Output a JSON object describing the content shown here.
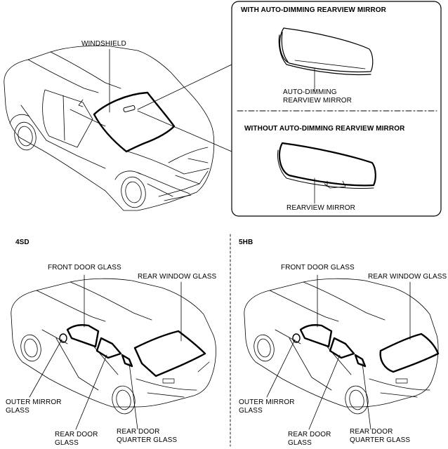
{
  "colors": {
    "line": "#000000",
    "background": "#ffffff"
  },
  "inset": {
    "with_title": "WITH AUTO-DIMMING REARVIEW MIRROR",
    "without_title": "WITHOUT AUTO-DIMMING REARVIEW MIRROR",
    "auto_dimming_label": [
      "AUTO-DIMMING",
      "REARVIEW MIRROR"
    ],
    "rearview_label": "REARVIEW MIRROR"
  },
  "top_car": {
    "windshield_label": "WINDSHIELD"
  },
  "sedan": {
    "variant": "4SD",
    "front_door_glass": "FRONT DOOR GLASS",
    "rear_window_glass": "REAR WINDOW GLASS",
    "outer_mirror_glass": [
      "OUTER MIRROR",
      "GLASS"
    ],
    "rear_door_glass": [
      "REAR DOOR",
      "GLASS"
    ],
    "rear_door_quarter_glass": [
      "REAR DOOR",
      "QUARTER GLASS"
    ]
  },
  "hatchback": {
    "variant": "5HB",
    "front_door_glass": "FRONT DOOR GLASS",
    "rear_window_glass": "REAR WINDOW GLASS",
    "outer_mirror_glass": [
      "OUTER MIRROR",
      "GLASS"
    ],
    "rear_door_glass": [
      "REAR DOOR",
      "GLASS"
    ],
    "rear_door_quarter_glass": [
      "REAR DOOR",
      "QUARTER GLASS"
    ]
  }
}
